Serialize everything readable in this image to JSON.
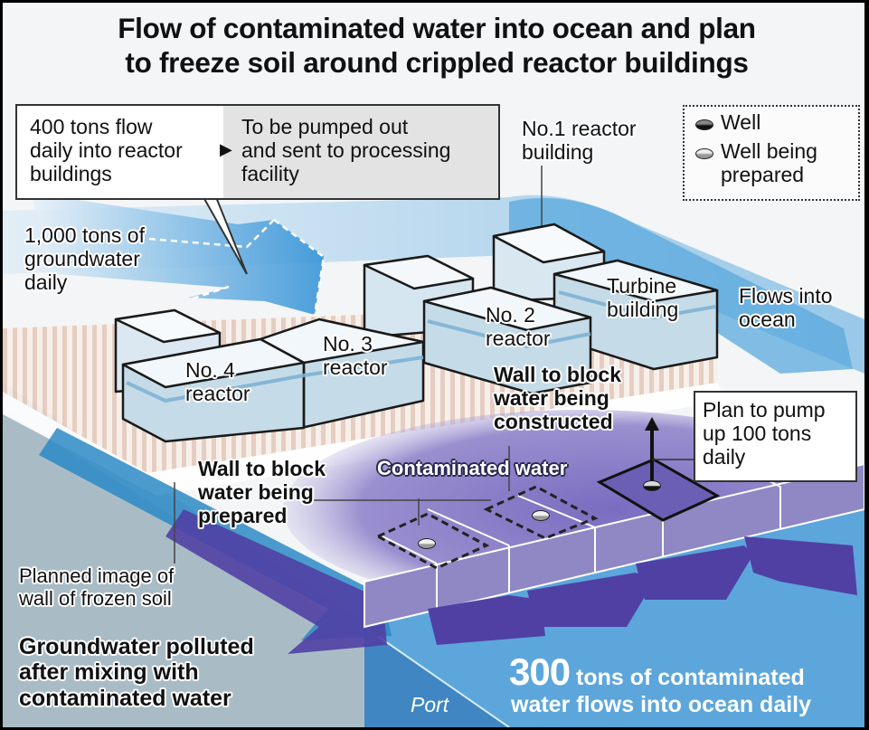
{
  "title": "Flow of contaminated water into ocean and plan\nto freeze soil around crippled reactor buildings",
  "callout": {
    "left_text": "400 tons flow\ndaily into reactor\nbuildings",
    "arrow_icon": "triangle-right-icon",
    "right_text": "To be pumped out\nand sent to processing\nfacility"
  },
  "legend": {
    "items": [
      {
        "label": "Well",
        "icon": "well-icon",
        "color": "#555555"
      },
      {
        "label": "Well being\nprepared",
        "icon": "well-prepared-icon",
        "color": "#cfcfcf"
      }
    ]
  },
  "labels": {
    "groundwater": "1,000 tons of\ngroundwater\ndaily",
    "no1": "No.1 reactor\nbuilding",
    "turbine": "Turbine\nbuilding",
    "flows_ocean": "Flows into\nocean",
    "no2": "No. 2\nreactor",
    "no3": "No. 3\nreactor",
    "no4": "No. 4\nreactor",
    "wall_constructed": "Wall to block\nwater being\nconstructed",
    "wall_prepared": "Wall to block\nwater being\nprepared",
    "contaminated": "Contaminated water",
    "pump_plan": "Plan to pump\nup 100 tons\ndaily",
    "frozen_soil": "Planned image of\nwall of frozen soil",
    "polluted": "Groundwater polluted\nafter mixing with\ncontaminated water",
    "port": "Port",
    "ocean_number": "300",
    "ocean_text_1": " tons of contaminated",
    "ocean_text_2": "water flows into ocean daily"
  },
  "colors": {
    "groundwater_blue": "#4a9fd8",
    "contaminated_purple": "#5a46a8",
    "ocean_blue": "#5ca6dc",
    "ground_gray": "#a9bcc6",
    "frozen_wall": "#e9cfc2"
  }
}
